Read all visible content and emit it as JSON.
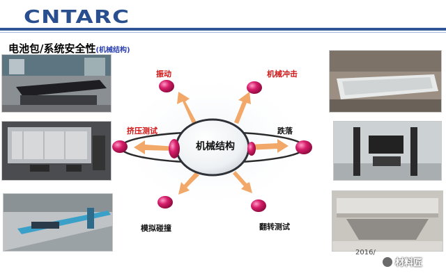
{
  "header": {
    "logo": "CNTARC",
    "title": "电池包/系统安全性",
    "subtitle": "(机械结构)"
  },
  "diagram": {
    "center": "机械结构",
    "labels": {
      "vibration": "振动",
      "impact": "机械冲击",
      "squeeze": "挤压测试",
      "drop": "跌落",
      "crash": "模拟碰撞",
      "flip": "翻转测试"
    }
  },
  "footer": {
    "date": "2016/",
    "watermark": "材料匠"
  },
  "colors": {
    "brand": "#2a4f8f",
    "band": "#2f5597",
    "node": "#c8105a",
    "arrow": "#f4a460",
    "label_red": "#d21414"
  }
}
